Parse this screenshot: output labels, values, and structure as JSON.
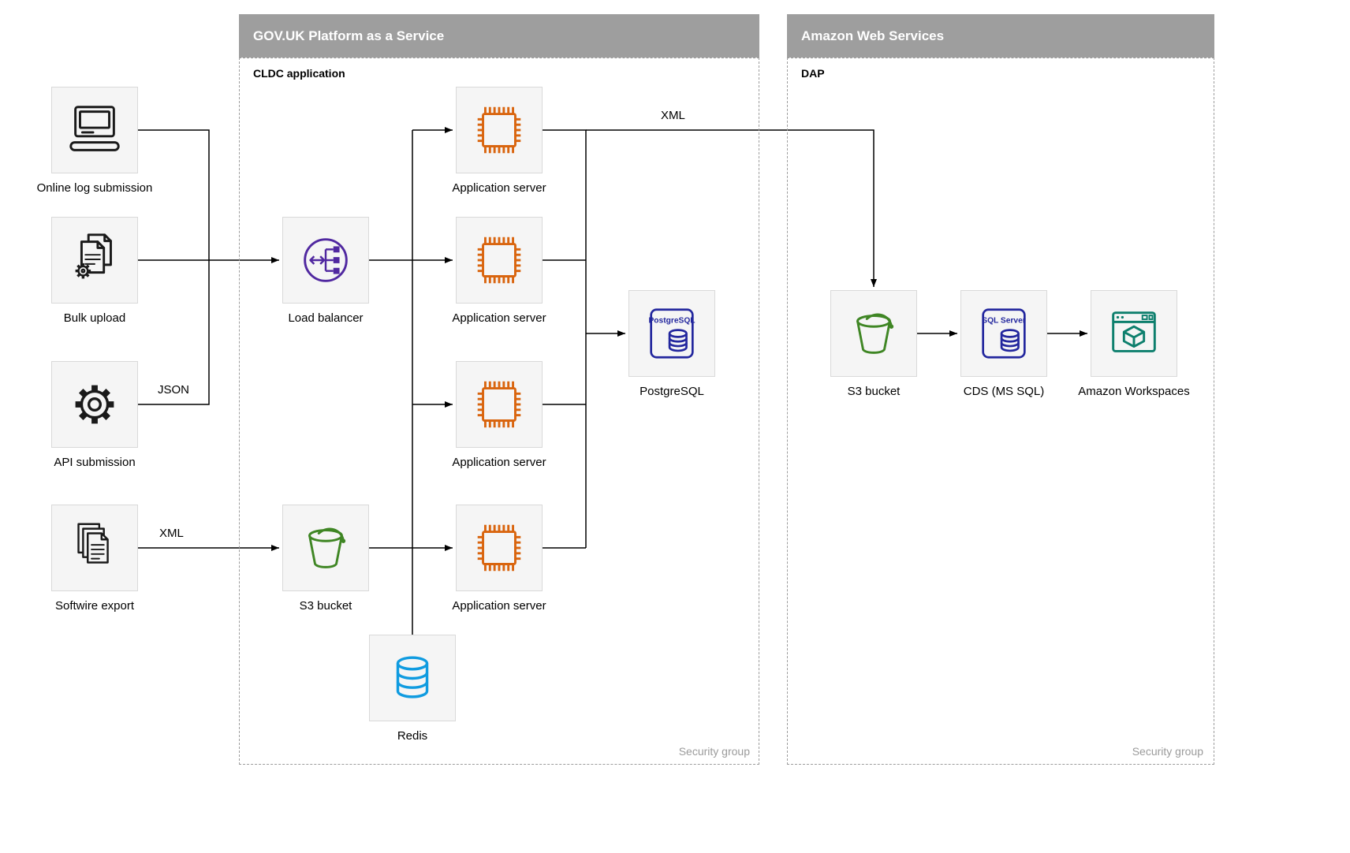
{
  "containers": {
    "paas": {
      "title": "GOV.UK Platform as a Service",
      "sublabel": "CLDC application",
      "footer": "Security group"
    },
    "aws": {
      "title": "Amazon Web Services",
      "sublabel": "DAP",
      "footer": "Security group"
    }
  },
  "nodes": {
    "online_log": {
      "label": "Online log submission",
      "icon": "computer-icon"
    },
    "bulk_upload": {
      "label": "Bulk upload",
      "icon": "document-gear-icon"
    },
    "api_submission": {
      "label": "API submission",
      "icon": "gear-icon"
    },
    "softwire_export": {
      "label": "Softwire export",
      "icon": "documents-stack-icon"
    },
    "load_balancer": {
      "label": "Load balancer",
      "icon": "load-balancer-icon"
    },
    "app_server_1": {
      "label": "Application server",
      "icon": "cpu-chip-icon"
    },
    "app_server_2": {
      "label": "Application server",
      "icon": "cpu-chip-icon"
    },
    "app_server_3": {
      "label": "Application server",
      "icon": "cpu-chip-icon"
    },
    "app_server_4": {
      "label": "Application server",
      "icon": "cpu-chip-icon"
    },
    "postgresql": {
      "label": "PostgreSQL",
      "icon_text": "PostgreSQL",
      "icon": "postgresql-database-icon"
    },
    "s3_paas": {
      "label": "S3 bucket",
      "icon": "s3-bucket-icon"
    },
    "redis": {
      "label": "Redis",
      "icon": "redis-database-icon"
    },
    "s3_aws": {
      "label": "S3 bucket",
      "icon": "s3-bucket-icon"
    },
    "cds": {
      "label": "CDS (MS SQL)",
      "icon_text": "SQL Server",
      "icon": "sql-server-database-icon"
    },
    "workspaces": {
      "label": "Amazon Workspaces",
      "icon": "amazon-workspaces-icon"
    }
  },
  "edge_labels": {
    "json_api": "JSON",
    "xml_softwire": "XML",
    "xml_to_aws": "XML"
  },
  "colors": {
    "header_bar": "#9e9e9e",
    "node_fill": "#f5f5f5",
    "node_border": "#d9d9d9",
    "outline_icon": "#1a1a1a",
    "load_balancer": "#5028a0",
    "app_server": "#d9650f",
    "database_blue": "#23279e",
    "s3_green": "#3f8624",
    "redis_blue": "#0f9be0",
    "workspaces_teal": "#0d7f6d",
    "security_text": "#9b9b9b",
    "edge": "#000000"
  }
}
